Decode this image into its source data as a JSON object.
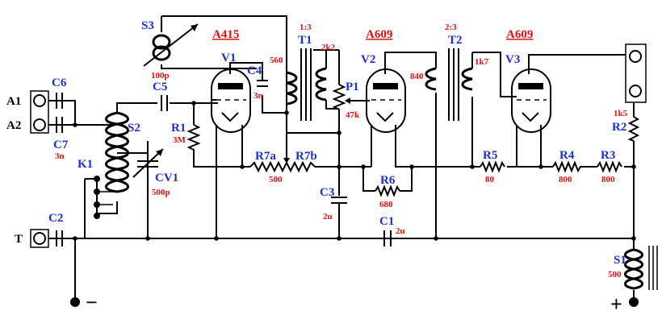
{
  "labels": {
    "S3": "S3",
    "A415": "A415",
    "A609a": "A609",
    "A609b": "A609",
    "V1": "V1",
    "V2": "V2",
    "V3": "V3",
    "T1": "T1",
    "T1r": "1:3",
    "T2": "T2",
    "T2r": "2:3",
    "C4": "C4",
    "C4v": "3n",
    "C5": "C5",
    "C5v": "100p",
    "R1": "R1",
    "R1v": "3M",
    "P1": "P1",
    "P1v": "47k",
    "v560": "560",
    "v2k2": "2k2",
    "v840": "840",
    "v1k7": "1k7",
    "A1": "A1",
    "A2": "A2",
    "C6": "C6",
    "C7": "C7",
    "C7v": "3n",
    "S2": "S2",
    "K1": "K1",
    "CV1": "CV1",
    "CV1v": "500p",
    "R7a": "R7a",
    "R7b": "R7b",
    "v500": "500",
    "C3": "C3",
    "C3v": "2u",
    "R6": "R6",
    "R6v": "680",
    "R5": "R5",
    "R5v": "80",
    "R4": "R4",
    "R4v": "800",
    "R3": "R3",
    "R3v": "800",
    "R2": "R2",
    "R2v": "1k5",
    "C1": "C1",
    "C1v": "2u",
    "C2": "C2",
    "T": "T",
    "S1": "S1",
    "S1v": "500",
    "minus": "−",
    "plus": "+"
  }
}
